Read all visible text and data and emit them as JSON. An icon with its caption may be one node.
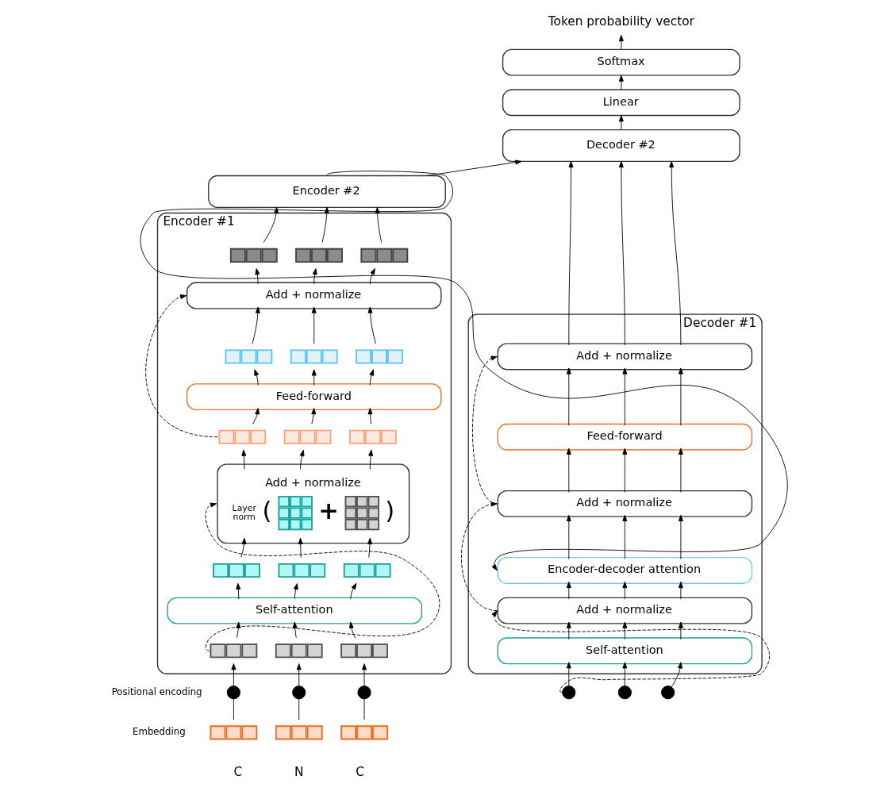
{
  "diagram": {
    "nodes": [
      {
        "text": [
          "Encoder #2"
        ]
      },
      {
        "text": [
          "Encoder #1"
        ]
      },
      {
        "text": [],
        "shape": "bar",
        "in": 1
      },
      {
        "text": [],
        "shape": "bar",
        "in": 1
      },
      {
        "text": [],
        "shape": "bar",
        "in": 1
      },
      {
        "text": [
          "Add + normalize"
        ],
        "in": 1
      },
      {
        "text": [],
        "shape": "bar",
        "in": 1
      },
      {
        "text": [],
        "shape": "bar",
        "in": 1
      },
      {
        "text": [],
        "shape": "bar",
        "in": 1
      },
      {
        "text": [
          "Feed-forward"
        ],
        "in": 1
      },
      {
        "text": [],
        "shape": "bar",
        "in": 1
      },
      {
        "text": [],
        "shape": "bar",
        "in": 1
      },
      {
        "text": [],
        "shape": "bar",
        "in": 1
      },
      {
        "text": [
          "Add + normalize",
          "Layer norm",
          "(",
          "+",
          ")"
        ],
        "in": 1
      },
      {
        "text": [],
        "shape": "bar",
        "in": 1
      },
      {
        "text": [],
        "shape": "bar",
        "in": 1
      },
      {
        "text": [],
        "shape": "bar",
        "in": 1
      },
      {
        "text": [
          "Self-attention"
        ],
        "in": 1
      },
      {
        "text": [],
        "shape": "bar",
        "in": 1
      },
      {
        "text": [],
        "shape": "bar",
        "in": 1
      },
      {
        "text": [],
        "shape": "bar",
        "in": 1
      },
      {
        "text": [],
        "shape": "circle"
      },
      {
        "text": [],
        "shape": "circle"
      },
      {
        "text": [],
        "shape": "circle"
      },
      {
        "text": [],
        "shape": "bar",
        "beside": [
          "C"
        ]
      },
      {
        "text": [],
        "shape": "bar",
        "beside": [
          "N"
        ]
      },
      {
        "text": [],
        "shape": "bar",
        "beside": [
          "C"
        ]
      },
      {
        "text": [
          "Token probability vector"
        ]
      },
      {
        "text": [
          "Softmax"
        ]
      },
      {
        "text": [
          "Linear"
        ]
      },
      {
        "text": [
          "Decoder #2"
        ]
      },
      {
        "text": [
          "Decoder #1"
        ]
      },
      {
        "text": [
          "Add + normalize"
        ],
        "in": 31
      },
      {
        "text": [
          "Feed-forward"
        ],
        "in": 31
      },
      {
        "text": [
          "Add + normalize"
        ],
        "in": 31
      },
      {
        "text": [
          "Encoder-decoder attention"
        ],
        "in": 31
      },
      {
        "text": [
          "Add + normalize"
        ],
        "in": 31
      },
      {
        "text": [
          "Self-attention"
        ],
        "in": 31
      },
      {
        "text": [],
        "shape": "circle"
      },
      {
        "text": [],
        "shape": "circle"
      },
      {
        "text": [],
        "shape": "circle"
      }
    ],
    "edges": [
      {
        "from": 24,
        "to": 21,
        "arrow": "none"
      },
      {
        "from": 25,
        "to": 22,
        "arrow": "none"
      },
      {
        "from": 26,
        "to": 23,
        "arrow": "none"
      },
      {
        "from": 21,
        "to": 18,
        "arrow": "to"
      },
      {
        "from": 22,
        "to": 19,
        "arrow": "to"
      },
      {
        "from": 23,
        "to": 20,
        "arrow": "to"
      },
      {
        "from": 18,
        "to": 17,
        "arrow": "to"
      },
      {
        "from": 19,
        "to": 17,
        "arrow": "to"
      },
      {
        "from": 20,
        "to": 17,
        "arrow": "to"
      },
      {
        "from": 18,
        "to": 13,
        "arrow": "to",
        "style": "dashed"
      },
      {
        "from": 17,
        "to": 14,
        "arrow": "to"
      },
      {
        "from": 17,
        "to": 15,
        "arrow": "to"
      },
      {
        "from": 17,
        "to": 16,
        "arrow": "to"
      },
      {
        "from": 14,
        "to": 13,
        "arrow": "to"
      },
      {
        "from": 15,
        "to": 13,
        "arrow": "to"
      },
      {
        "from": 16,
        "to": 13,
        "arrow": "to"
      },
      {
        "from": 13,
        "to": 10,
        "arrow": "to"
      },
      {
        "from": 13,
        "to": 11,
        "arrow": "to"
      },
      {
        "from": 13,
        "to": 12,
        "arrow": "to"
      },
      {
        "from": 10,
        "to": 9,
        "arrow": "to"
      },
      {
        "from": 11,
        "to": 9,
        "arrow": "to"
      },
      {
        "from": 12,
        "to": 9,
        "arrow": "to"
      },
      {
        "from": 10,
        "to": 5,
        "arrow": "to",
        "style": "dashed"
      },
      {
        "from": 9,
        "to": 6,
        "arrow": "to"
      },
      {
        "from": 9,
        "to": 7,
        "arrow": "to"
      },
      {
        "from": 9,
        "to": 8,
        "arrow": "to"
      },
      {
        "from": 6,
        "to": 5,
        "arrow": "to"
      },
      {
        "from": 7,
        "to": 5,
        "arrow": "to"
      },
      {
        "from": 8,
        "to": 5,
        "arrow": "to"
      },
      {
        "from": 5,
        "to": 2,
        "arrow": "to"
      },
      {
        "from": 5,
        "to": 3,
        "arrow": "to"
      },
      {
        "from": 5,
        "to": 4,
        "arrow": "to"
      },
      {
        "from": 2,
        "to": 0,
        "arrow": "to"
      },
      {
        "from": 3,
        "to": 0,
        "arrow": "to"
      },
      {
        "from": 4,
        "to": 0,
        "arrow": "to"
      },
      {
        "from": 0,
        "to": 30,
        "arrow": "to"
      },
      {
        "from": 0,
        "to": 35,
        "arrow": "to"
      },
      {
        "from": 38,
        "to": 37,
        "arrow": "to"
      },
      {
        "from": 39,
        "to": 37,
        "arrow": "to"
      },
      {
        "from": 40,
        "to": 37,
        "arrow": "to"
      },
      {
        "from": 38,
        "to": 36,
        "arrow": "to",
        "style": "dashed"
      },
      {
        "from": 37,
        "to": 36,
        "arrow": "to"
      },
      {
        "from": 37,
        "to": 36,
        "arrow": "to"
      },
      {
        "from": 37,
        "to": 36,
        "arrow": "to"
      },
      {
        "from": 36,
        "to": 35,
        "arrow": "to"
      },
      {
        "from": 36,
        "to": 35,
        "arrow": "to"
      },
      {
        "from": 36,
        "to": 35,
        "arrow": "to"
      },
      {
        "from": 36,
        "to": 34,
        "arrow": "to",
        "style": "dashed"
      },
      {
        "from": 35,
        "to": 34,
        "arrow": "to"
      },
      {
        "from": 35,
        "to": 34,
        "arrow": "to"
      },
      {
        "from": 35,
        "to": 34,
        "arrow": "to"
      },
      {
        "from": 34,
        "to": 33,
        "arrow": "to"
      },
      {
        "from": 34,
        "to": 33,
        "arrow": "to"
      },
      {
        "from": 34,
        "to": 33,
        "arrow": "to"
      },
      {
        "from": 34,
        "to": 32,
        "arrow": "to",
        "style": "dashed"
      },
      {
        "from": 33,
        "to": 32,
        "arrow": "to"
      },
      {
        "from": 33,
        "to": 32,
        "arrow": "to"
      },
      {
        "from": 33,
        "to": 32,
        "arrow": "to"
      },
      {
        "from": 32,
        "to": 30,
        "arrow": "to"
      },
      {
        "from": 32,
        "to": 30,
        "arrow": "to"
      },
      {
        "from": 32,
        "to": 30,
        "arrow": "to"
      },
      {
        "from": 30,
        "to": 29,
        "arrow": "to"
      },
      {
        "from": 29,
        "to": 28,
        "arrow": "to"
      },
      {
        "from": 28,
        "to": 27,
        "arrow": "to"
      }
    ],
    "labels": [
      "Positional encoding",
      "Embedding"
    ]
  }
}
